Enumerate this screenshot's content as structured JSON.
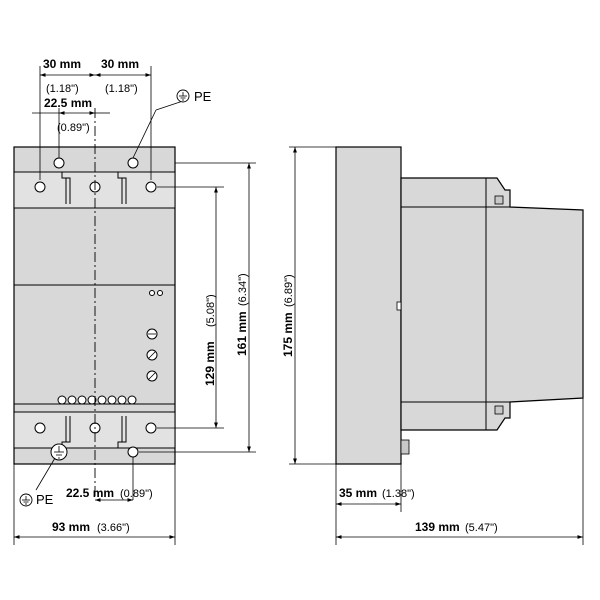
{
  "front": {
    "dim_top_left": {
      "mm": "30 mm",
      "inch": "(1.18\")"
    },
    "dim_top_right": {
      "mm": "30 mm",
      "inch": "(1.18\")"
    },
    "dim_top_center": {
      "mm": "22.5 mm",
      "inch": "(0.89\")"
    },
    "pe_top": "PE",
    "dim_bottom_center": {
      "mm": "22.5 mm",
      "inch": "(0.89\")"
    },
    "pe_bottom": "PE",
    "dim_width": {
      "mm": "93 mm",
      "inch": "(3.66\")"
    },
    "dim_hole_height": {
      "mm": "129 mm",
      "inch": "(5.08\")"
    },
    "dim_height": {
      "mm": "161 mm",
      "inch": "(6.34\")"
    }
  },
  "side": {
    "dim_height": {
      "mm": "175 mm",
      "inch": "(6.89\")"
    },
    "dim_rail": {
      "mm": "35 mm",
      "inch": "(1.38\")"
    },
    "dim_depth": {
      "mm": "139 mm",
      "inch": "(5.47\")"
    }
  },
  "icons": [
    "ground-icon",
    "ground-icon"
  ]
}
